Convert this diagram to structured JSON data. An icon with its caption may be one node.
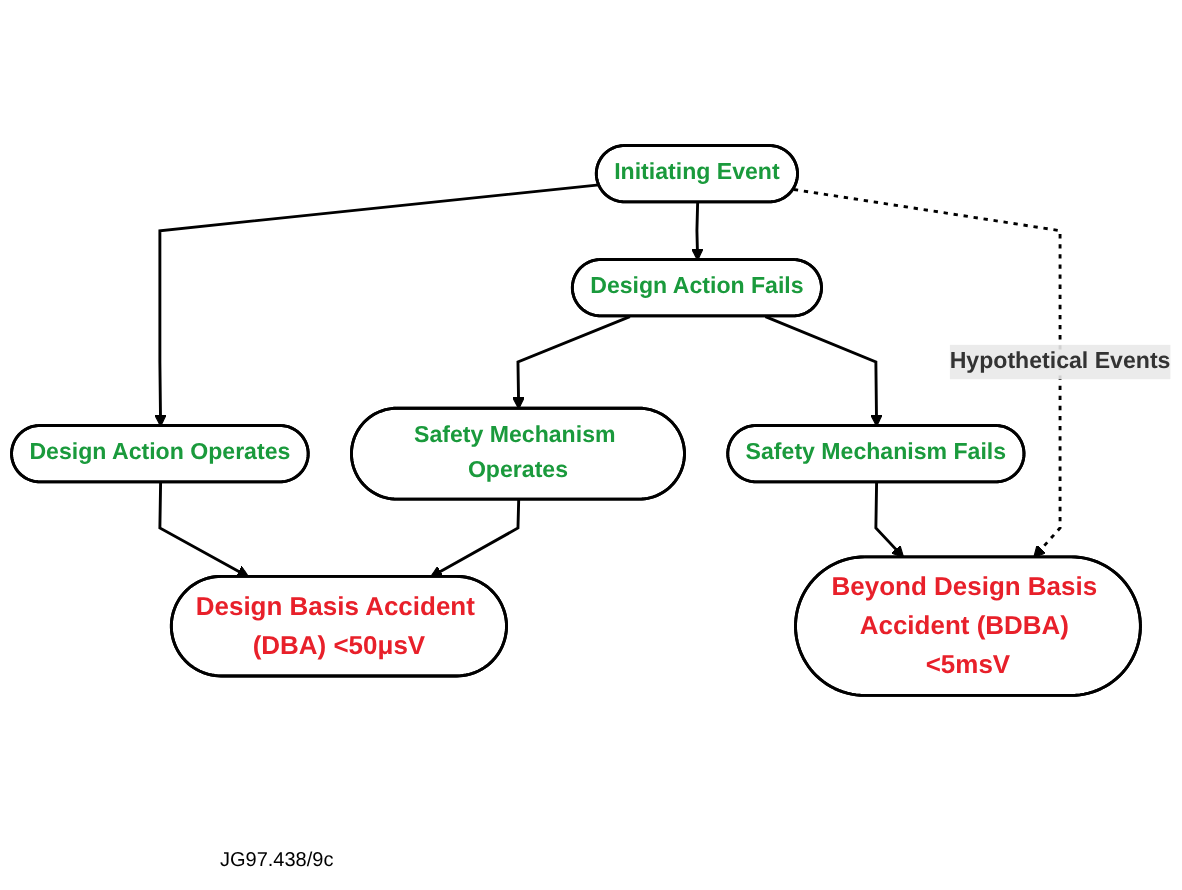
{
  "diagram": {
    "nodes": [
      {
        "text": [
          "Initiating Event"
        ]
      },
      {
        "text": [
          "Design Action Operates"
        ]
      },
      {
        "text": [
          "Design Action Fails"
        ]
      },
      {
        "text": [
          "Safety Mechanism Operates"
        ]
      },
      {
        "text": [
          "Safety Mechanism Fails"
        ]
      },
      {
        "text": [
          "Design Basis Accident (DBA) <50μsV"
        ]
      },
      {
        "text": [
          "Beyond Design Basis Accident (BDBA) <5msV"
        ]
      }
    ],
    "edges": [
      {
        "from": 0,
        "to": 1,
        "arrow": "to"
      },
      {
        "from": 0,
        "to": 2,
        "arrow": "to"
      },
      {
        "from": 2,
        "to": 3,
        "arrow": "to"
      },
      {
        "from": 2,
        "to": 4,
        "arrow": "to"
      },
      {
        "from": 1,
        "to": 5,
        "arrow": "to"
      },
      {
        "from": 3,
        "to": 5,
        "arrow": "to"
      },
      {
        "from": 4,
        "to": 6,
        "arrow": "to"
      },
      {
        "from": 0,
        "to": 6,
        "arrow": "to",
        "style": "dashed",
        "label": "Hypothetical Events"
      }
    ],
    "labels": [
      "JG97.438/9c"
    ]
  }
}
